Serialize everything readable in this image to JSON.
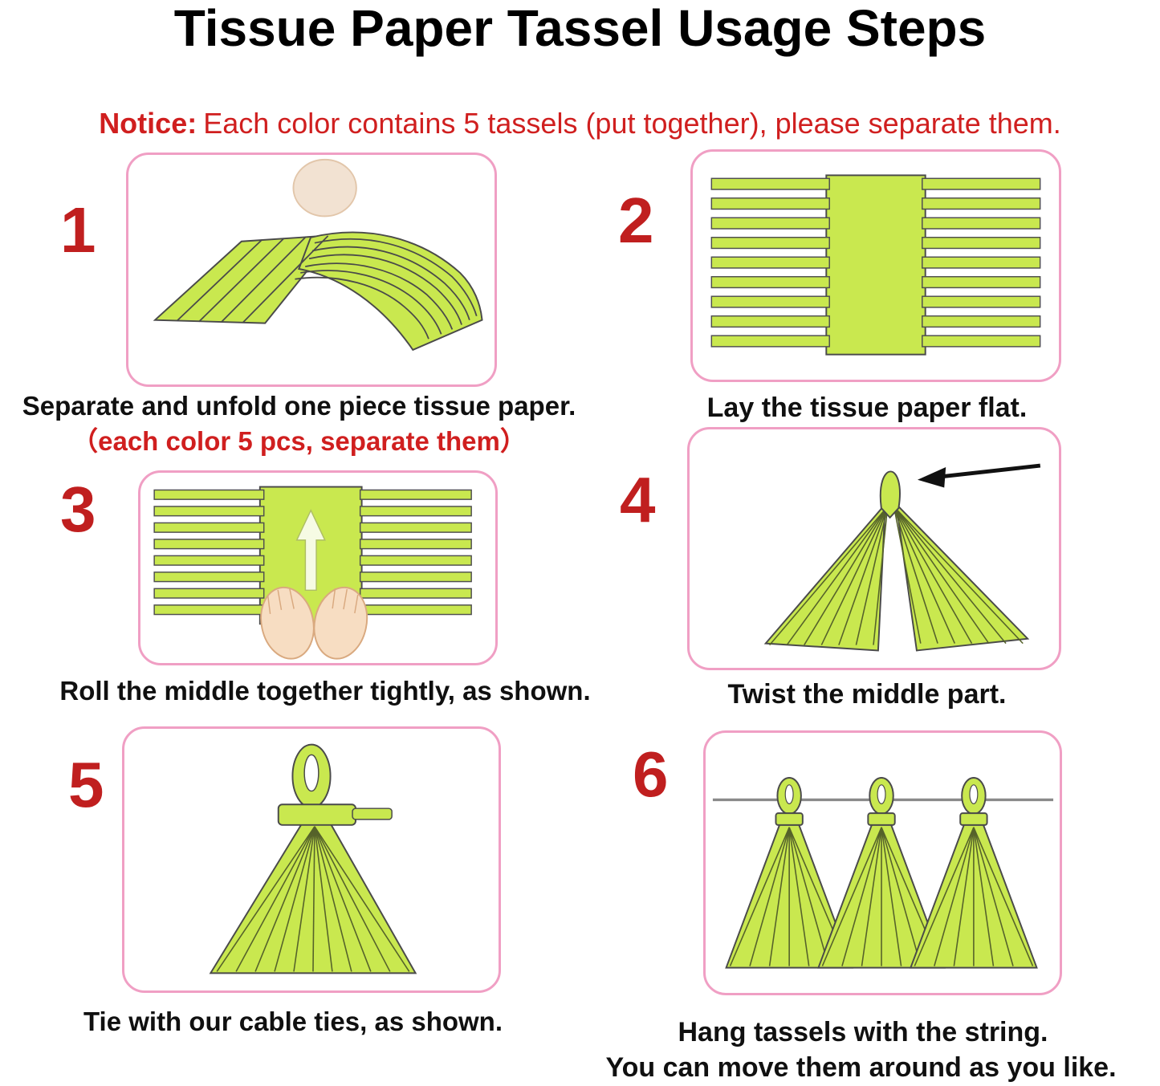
{
  "title": "Tissue Paper Tassel Usage Steps",
  "notice": {
    "label": "Notice:",
    "text": "Each color contains 5 tassels (put together), please separate them."
  },
  "steps": [
    {
      "number": "1",
      "caption": "Separate and unfold one piece tissue paper.",
      "subcaption": "（each color 5 pcs, separate them）",
      "illustration": "fringed-tissue-held-up"
    },
    {
      "number": "2",
      "caption": "Lay the tissue paper flat.",
      "illustration": "fringed-tissue-flat"
    },
    {
      "number": "3",
      "caption": "Roll the middle together tightly, as shown.",
      "illustration": "hands-rolling-middle"
    },
    {
      "number": "4",
      "caption": "Twist the middle part.",
      "illustration": "folded-tassel-with-arrow"
    },
    {
      "number": "5",
      "caption": "Tie with our cable ties, as shown.",
      "illustration": "tassel-tied-with-cable-tie"
    },
    {
      "number": "6",
      "caption": "Hang tassels with the string.",
      "subcaption": "You can move them around as you like.",
      "illustration": "three-tassels-on-string"
    }
  ],
  "colors": {
    "accent_red": "#d01f1f",
    "box_border_pink": "#f09fc4",
    "tissue_green": "#c9e84f",
    "outline": "#4a4a4a"
  }
}
